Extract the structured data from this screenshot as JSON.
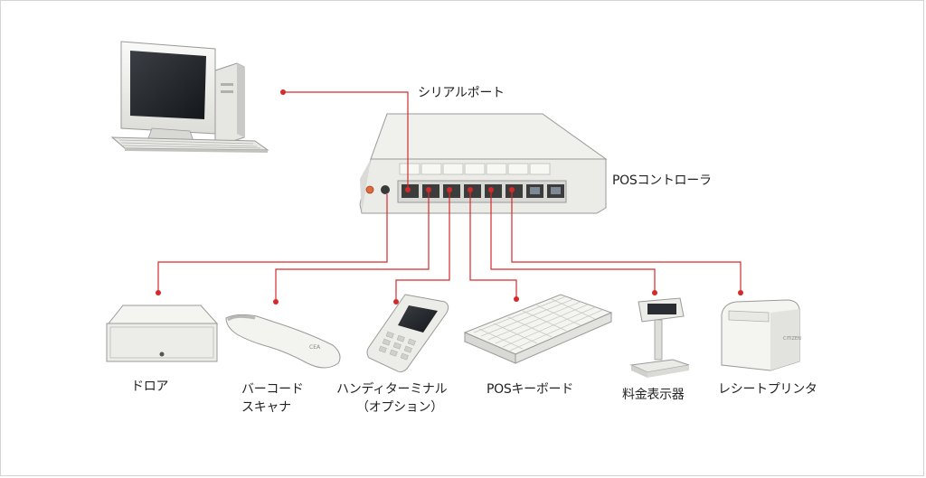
{
  "labels": {
    "serial_port": "シリアルポート",
    "pos_controller": "POSコントローラ",
    "cash_drawer": "ドロア",
    "barcode_line1": "バーコード",
    "barcode_line2": "スキャナ",
    "handy_line1": "ハンディターミナル",
    "handy_line2": "（オプション）",
    "pos_keyboard": "POSキーボード",
    "price_display": "料金表示器",
    "receipt_printer": "レシートプリンタ"
  },
  "colors": {
    "connection_line": "#d42a2a",
    "device_body": "#f2f2f0",
    "device_outline": "#9a9a9a"
  }
}
